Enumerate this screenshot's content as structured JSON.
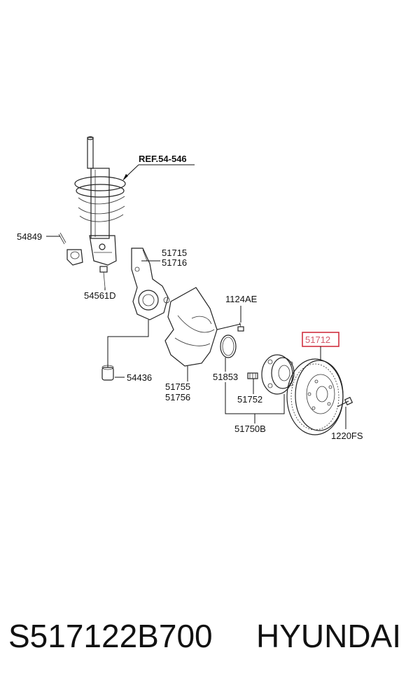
{
  "diagram": {
    "ref_label": "REF.54-546",
    "callouts": {
      "c54849": "54849",
      "c51715": "51715",
      "c51716": "51716",
      "c54561d": "54561D",
      "c1124ae": "1124AE",
      "c51712": "51712",
      "c54436": "54436",
      "c51755": "51755",
      "c51756": "51756",
      "c51853": "51853",
      "c51752": "51752",
      "c51750b": "51750B",
      "c1220fs": "1220FS"
    },
    "highlight_color": "#d03040"
  },
  "footer": {
    "part_number": "S517122B700",
    "brand": "HYUNDAI"
  }
}
